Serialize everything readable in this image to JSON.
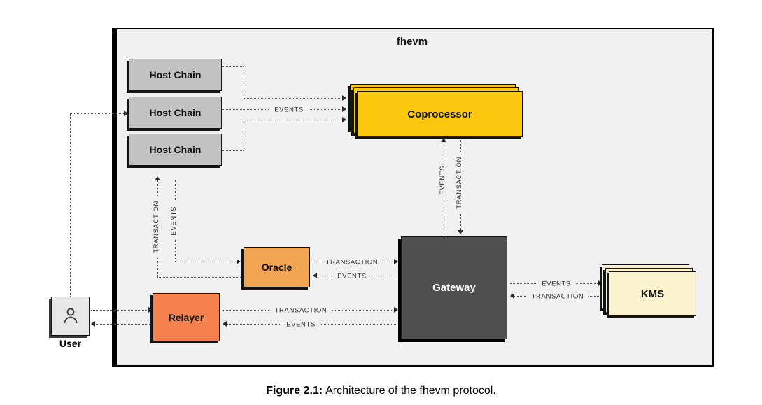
{
  "title": "fhevm",
  "caption": {
    "label": "Figure 2.1:",
    "text": "Architecture of the fhevm protocol."
  },
  "nodes": {
    "host_chain_1": "Host Chain",
    "host_chain_2": "Host Chain",
    "host_chain_3": "Host Chain",
    "coprocessor": "Coprocessor",
    "oracle": "Oracle",
    "gateway": "Gateway",
    "relayer": "Relayer",
    "kms": "KMS",
    "user": "User"
  },
  "edges": {
    "hostchains_to_coprocessor": "EVENTS",
    "oracle_to_hostchain": "TRANSACTION",
    "hostchain_to_oracle": "EVENTS",
    "gateway_to_coprocessor": "EVENTS",
    "coprocessor_to_gateway": "TRANSACTION",
    "oracle_to_gateway": "TRANSACTION",
    "gateway_to_oracle": "EVENTS",
    "relayer_to_gateway": "TRANSACTION",
    "gateway_to_relayer": "EVENTS",
    "gateway_to_kms": "EVENTS",
    "kms_to_gateway": "TRANSACTION"
  },
  "colors": {
    "container_bg": "#F1F1F1",
    "host_chain": "#C2C2C2",
    "coprocessor": "#FAC70E",
    "oracle": "#F2A654",
    "relayer": "#F5824D",
    "gateway": "#4F4F4F",
    "kms": "#FAF3CD",
    "user": "#E8E8E8"
  }
}
